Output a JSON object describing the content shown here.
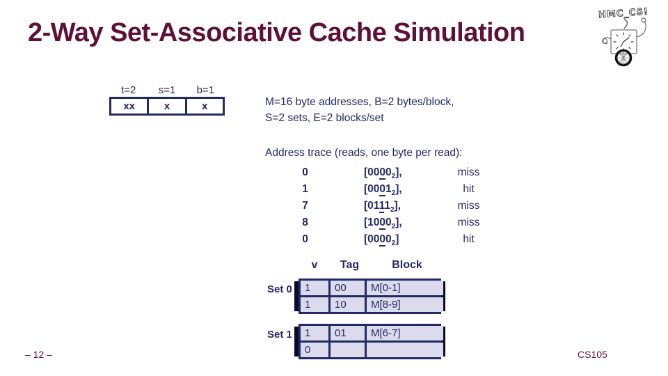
{
  "slide": {
    "title": "2-Way Set-Associative Cache Simulation",
    "page_number": "– 12 –",
    "course": "CS105"
  },
  "logo": {
    "text": "HMC_CS!"
  },
  "bitfield": {
    "fields": [
      {
        "label": "t=2",
        "bits": "xx"
      },
      {
        "label": "s=1",
        "bits": "x"
      },
      {
        "label": "b=1",
        "bits": "x"
      }
    ]
  },
  "params": {
    "line1": "M=16 byte addresses, B=2 bytes/block,",
    "line2": "S=2 sets, E=2 blocks/set"
  },
  "trace": {
    "heading": "Address trace (reads, one byte per read):",
    "rows": [
      {
        "addr": "0",
        "pre": "[00",
        "set_bit": "0",
        "post": "0",
        "sub": "2",
        "close": "],",
        "result": "miss"
      },
      {
        "addr": "1",
        "pre": "[00",
        "set_bit": "0",
        "post": "1",
        "sub": "2",
        "close": "],",
        "result": "hit"
      },
      {
        "addr": "7",
        "pre": "[01",
        "set_bit": "1",
        "post": "1",
        "sub": "2",
        "close": "],",
        "result": "miss"
      },
      {
        "addr": "8",
        "pre": "[10",
        "set_bit": "0",
        "post": "0",
        "sub": "2",
        "close": "],",
        "result": "miss"
      },
      {
        "addr": "0",
        "pre": "[00",
        "set_bit": "0",
        "post": "0",
        "sub": "2",
        "close": "]",
        "result": "hit"
      }
    ]
  },
  "cache": {
    "headers": [
      "v",
      "Tag",
      "Block"
    ],
    "sets": [
      {
        "label": "Set 0",
        "rows": [
          {
            "v": "1",
            "tag": "00",
            "block": "M[0-1]"
          },
          {
            "v": "1",
            "tag": "10",
            "block": "M[8-9]"
          }
        ]
      },
      {
        "label": "Set 1",
        "rows": [
          {
            "v": "1",
            "tag": "01",
            "block": "M[6-7]"
          },
          {
            "v": "0",
            "tag": "",
            "block": ""
          }
        ]
      }
    ]
  },
  "colors": {
    "title_maroon": "#5E1137",
    "navy": "#232A63",
    "cell_fill": "#DBDBED",
    "shadow": "#0A0A28"
  }
}
